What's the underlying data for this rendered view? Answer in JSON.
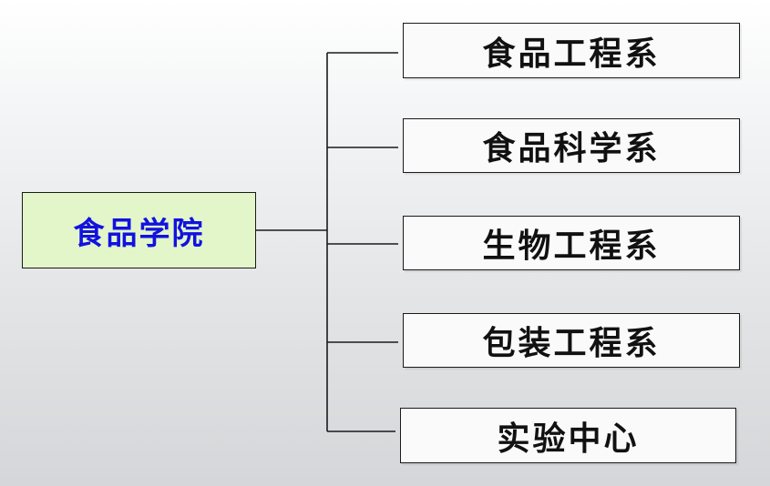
{
  "root": {
    "label": "食品学院"
  },
  "children": [
    {
      "label": "食品工程系"
    },
    {
      "label": "食品科学系"
    },
    {
      "label": "生物工程系"
    },
    {
      "label": "包装工程系"
    },
    {
      "label": "实验中心"
    }
  ],
  "colors": {
    "root_fill": "#e2f6c9",
    "root_text": "#1212e0",
    "child_fill": "#fafafa",
    "child_text": "#111111",
    "line": "#1a1a1a"
  }
}
